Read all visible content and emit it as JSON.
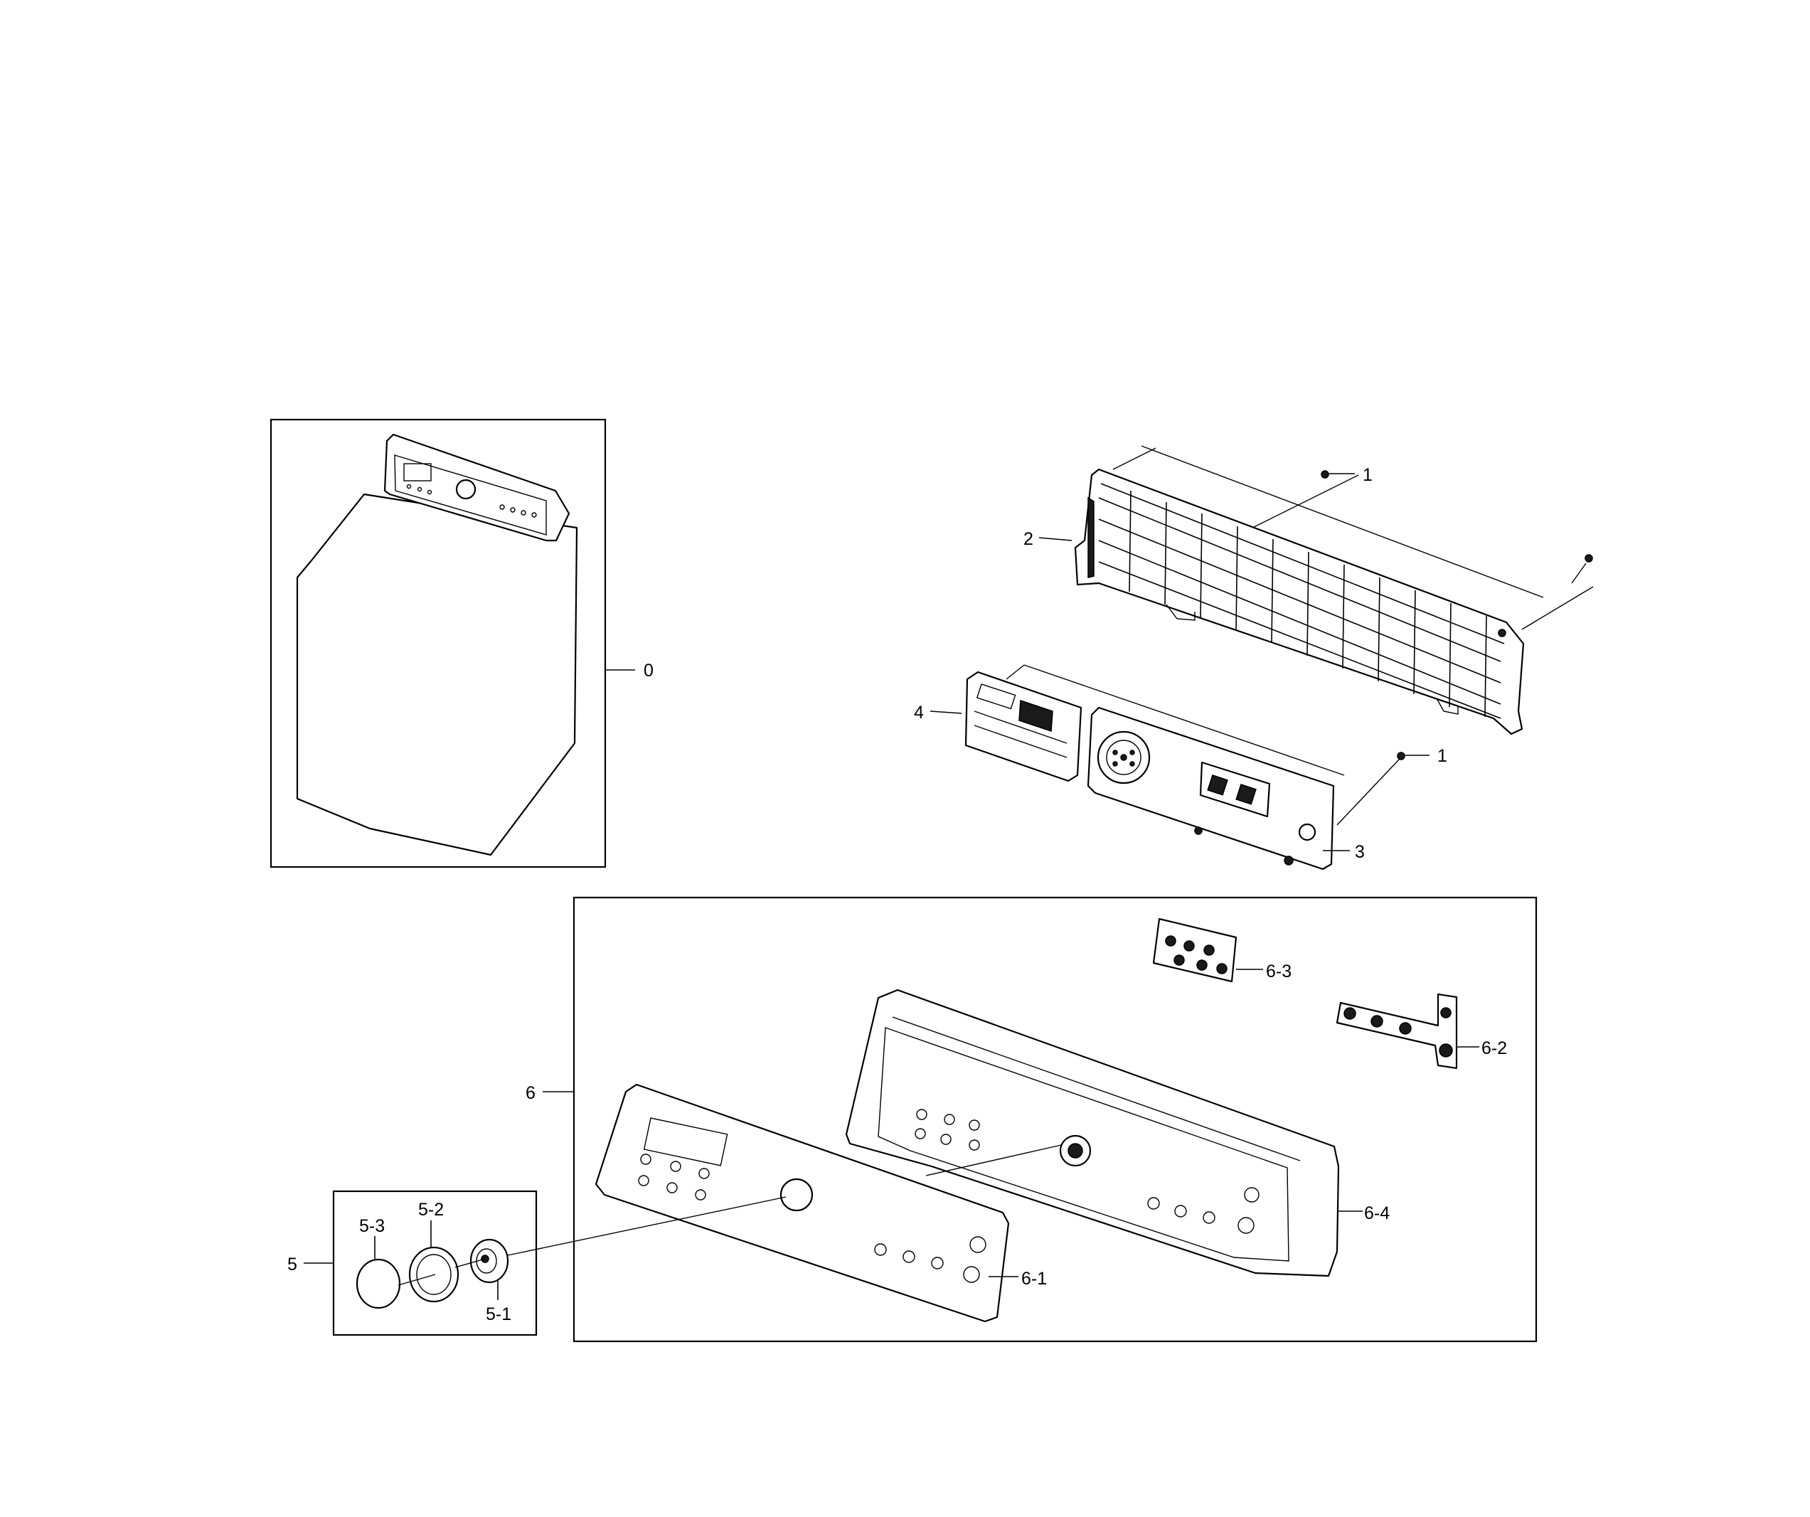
{
  "labels": {
    "p0": "0",
    "p1a": "1",
    "p1b": "1",
    "p2": "2",
    "p3": "3",
    "p4": "4",
    "p5": "5",
    "p5_1": "5-1",
    "p5_2": "5-2",
    "p5_3": "5-3",
    "p6": "6",
    "p6_1": "6-1",
    "p6_2": "6-2",
    "p6_3": "6-3",
    "p6_4": "6-4"
  }
}
